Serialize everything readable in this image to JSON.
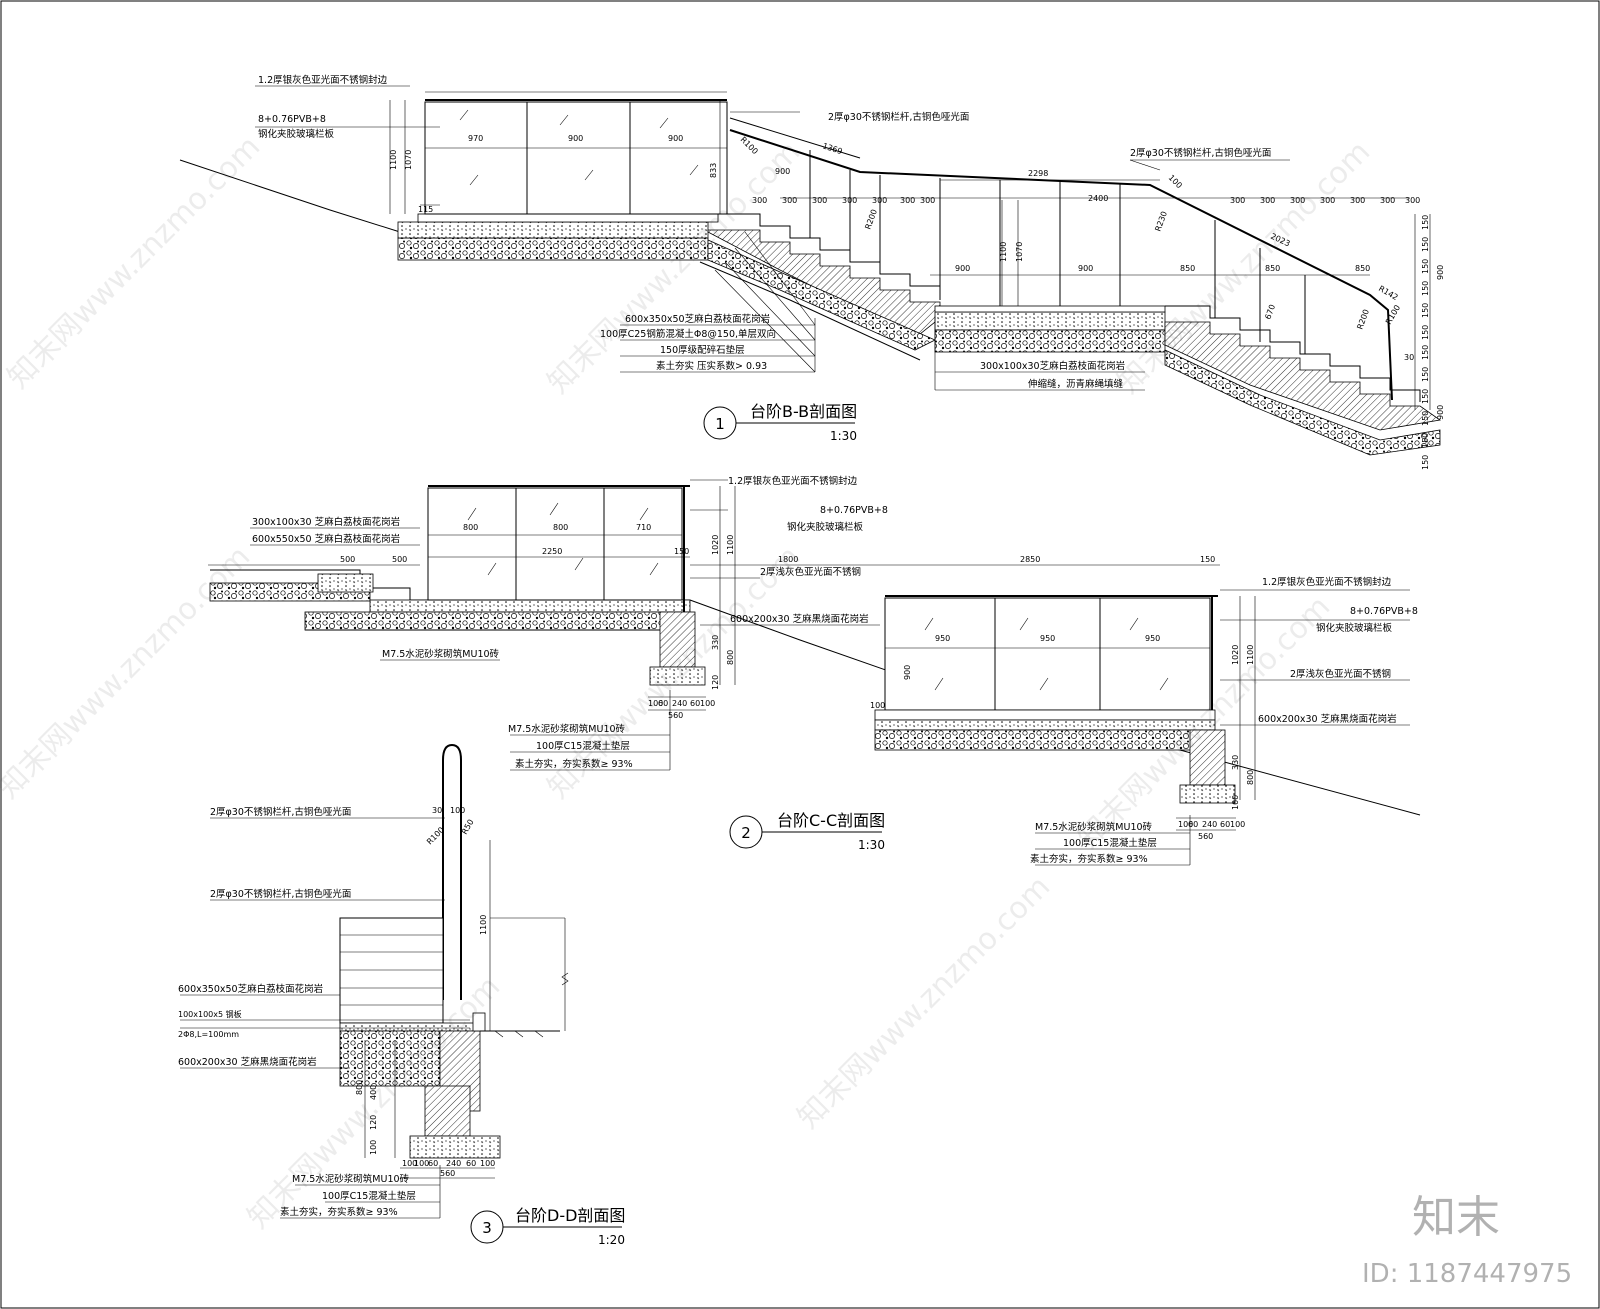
{
  "sections": [
    {
      "number": "1",
      "title": "台阶B-B剖面图",
      "scale": "1:30",
      "notes": [
        "1.2厚银灰色亚光面不锈钢封边",
        "8+0.76PVB+8",
        "钢化夹胶玻璃栏板",
        "2厚φ30不锈钢栏杆,古铜色哑光面",
        "2厚φ30不锈钢栏杆,古铜色哑光面",
        "600x350x50芝麻白荔枝面花岗岩",
        "100厚C25钢筋混凝土Φ8@150,单层双向",
        "150厚级配碎石垫层",
        "素土夯实  压实系数> 0.93",
        "300x100x30芝麻白荔枝面花岗岩",
        "伸缩缝，沥青麻绳填缝"
      ],
      "dims": [
        "1100",
        "1070",
        "970",
        "900",
        "900",
        "833",
        "115",
        "1369",
        "R100",
        "900",
        "2298",
        "2400",
        "R200",
        "R230",
        "2023",
        "R100",
        "R200",
        "900",
        "900",
        "850",
        "850",
        "850",
        "670",
        "R142",
        "100",
        "30",
        "1100",
        "1070"
      ],
      "tread_dims": [
        "300",
        "300",
        "300",
        "300",
        "300",
        "300",
        "300",
        "300",
        "300",
        "300",
        "300",
        "300",
        "300",
        "300",
        "300",
        "300"
      ],
      "rise_dims": [
        "150",
        "150",
        "150",
        "150",
        "150",
        "150",
        "900",
        "150",
        "150",
        "150",
        "150",
        "150",
        "150",
        "900"
      ]
    },
    {
      "number": "2",
      "title": "台阶C-C剖面图",
      "scale": "1:30",
      "notes": [
        "300x100x30 芝麻白荔枝面花岗岩",
        "600x550x50 芝麻白荔枝面花岗岩",
        "1.2厚银灰色亚光面不锈钢封边",
        "8+0.76PVB+8",
        "钢化夹胶玻璃栏板",
        "2厚浅灰色亚光面不锈钢",
        "600x200x30 芝麻黑烧面花岗岩",
        "M7.5水泥砂浆砌筑MU10砖",
        "M7.5水泥砂浆砌筑MU10砖",
        "100厚C15混凝土垫层",
        "素土夯实，夯实系数≥ 93%",
        "1.2厚银灰色亚光面不锈钢封边",
        "8+0.76PVB+8",
        "钢化夹胶玻璃栏板",
        "2厚浅灰色亚光面不锈钢",
        "600x200x30 芝麻黑烧面花岗岩",
        "M7.5水泥砂浆砌筑MU10砖",
        "100厚C15混凝土垫层",
        "素土夯实，夯实系数≥ 93%"
      ],
      "dims": [
        "500",
        "500",
        "800",
        "800",
        "710",
        "2250",
        "150",
        "1800",
        "2850",
        "150",
        "1100",
        "1020",
        "330",
        "800",
        "120",
        "100",
        "950",
        "950",
        "950",
        "900",
        "1020",
        "1100",
        "330",
        "800",
        "100"
      ],
      "footing_dims": [
        "100",
        "60",
        "240",
        "60",
        "100",
        "560",
        "100",
        "60",
        "240",
        "60",
        "100",
        "560"
      ]
    },
    {
      "number": "3",
      "title": "台阶D-D剖面图",
      "scale": "1:20",
      "notes": [
        "2厚φ30不锈钢栏杆,古铜色哑光面",
        "2厚φ30不锈钢栏杆,古铜色哑光面",
        "600x350x50芝麻白荔枝面花岗岩",
        "100x100x5  钢板",
        "2Φ8,L=100mm",
        "600x200x30  芝麻黑烧面花岗岩",
        "M7.5水泥砂浆砌筑MU10砖",
        "100厚C15混凝土垫层",
        "素土夯实，夯实系数≥ 93%"
      ],
      "dims": [
        "30",
        "100",
        "R100",
        "R50",
        "1100",
        "800",
        "400",
        "100",
        "120",
        "100",
        "100",
        "60",
        "240",
        "60",
        "100",
        "560"
      ]
    }
  ],
  "watermarks": [
    "知末网www.znzmo.com",
    "知末网www.znzmo.com",
    "知末网www.znzmo.com",
    "知末网www.znzmo.com",
    "知末网www.znzmo.com",
    "知末网www.znzmo.com",
    "知末网www.znzmo.com",
    "知末网www.znzmo.com"
  ],
  "brand": {
    "logo": "知末",
    "id": "ID: 1187447975"
  }
}
